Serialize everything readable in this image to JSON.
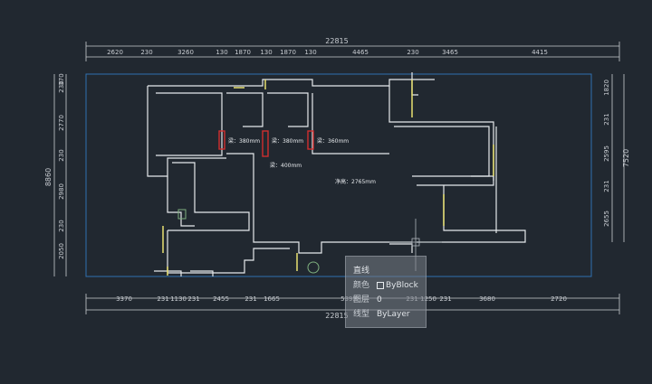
{
  "drawing": {
    "colors": {
      "background": "#212830",
      "wall": "#e6e9ec",
      "dimension": "#c9cdd2",
      "boundary": "#2f6fb0",
      "accent_yellow": "#e8e070",
      "accent_red": "#d02f2f",
      "accent_green": "#7fb07f"
    },
    "top_total": "22815",
    "top_dims": [
      "2620",
      "230",
      "3260",
      "130",
      "1870",
      "130",
      "1870",
      "130",
      "4465",
      "230",
      "3465",
      "4415"
    ],
    "bottom_total": "22815",
    "bottom_dims": [
      "3370",
      "231",
      "1130",
      "231",
      "2455",
      "231",
      "1665",
      "5395",
      "231",
      "1250",
      "231",
      "3680",
      "2720"
    ],
    "left_total": "8860",
    "left_dims": [
      "230",
      "370",
      "2770",
      "230",
      "2980",
      "230",
      "2050"
    ],
    "right_total": "7520",
    "right_dims": [
      "1820",
      "231",
      "2595",
      "231",
      "2655"
    ],
    "labels": {
      "beam1": "梁：380mm",
      "beam2": "梁：380mm",
      "beam3": "梁：360mm",
      "beam4": "梁：400mm",
      "clear_height": "净高：2765mm"
    }
  },
  "tooltip": {
    "title": "直线",
    "rows": [
      {
        "key": "颜色",
        "value": "ByBlock",
        "swatch": true
      },
      {
        "key": "图层",
        "value": "0",
        "swatch": false
      },
      {
        "key": "线型",
        "value": "ByLayer",
        "swatch": false
      }
    ]
  }
}
